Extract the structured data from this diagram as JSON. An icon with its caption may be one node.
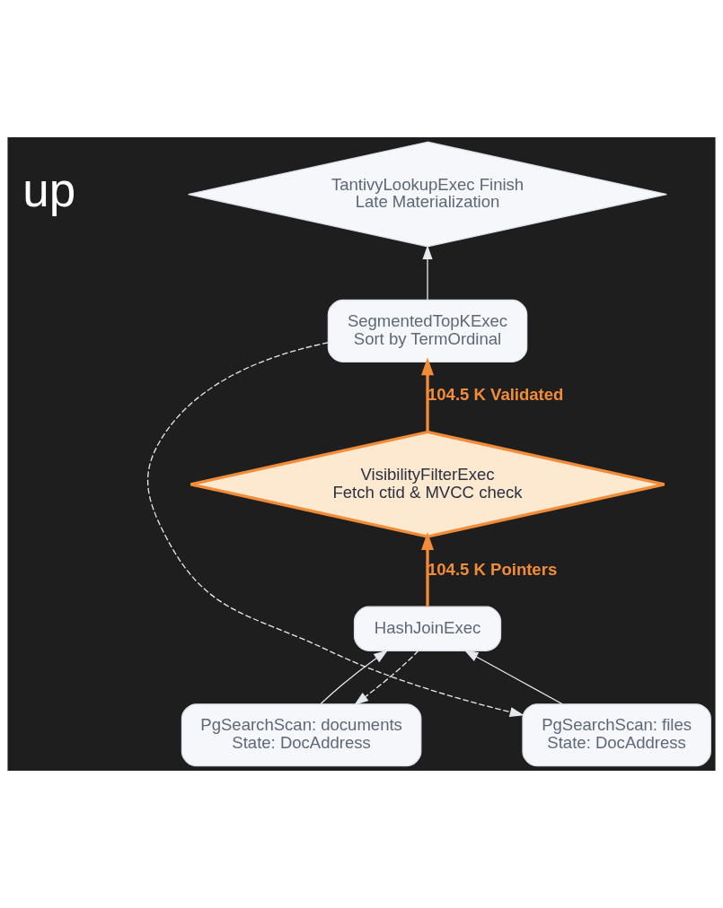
{
  "diagram": {
    "nodes": [
      {
        "text": [
          "TantivyLookupExec Finish Late Materialization"
        ]
      },
      {
        "text": [
          "SegmentedTopKExec Sort by TermOrdinal"
        ]
      },
      {
        "text": [
          "VisibilityFilterExec Fetch ctid & MVCC check"
        ]
      },
      {
        "text": [
          "HashJoinExec"
        ]
      },
      {
        "text": [
          "PgSearchScan: documents State: DocAddress"
        ]
      },
      {
        "text": [
          "PgSearchScan: files State: DocAddress"
        ]
      }
    ],
    "edges": [
      {
        "from": 1,
        "to": 0,
        "arrow": "to"
      },
      {
        "from": 2,
        "to": 1,
        "arrow": "to",
        "label": "104.5 K Validated",
        "style": "thick",
        "color": "#f28c38"
      },
      {
        "from": 3,
        "to": 2,
        "arrow": "to",
        "label": "104.5 K Pointers",
        "style": "thick",
        "color": "#f28c38"
      },
      {
        "from": 4,
        "to": 3,
        "arrow": "to"
      },
      {
        "from": 5,
        "to": 3,
        "arrow": "to"
      },
      {
        "from": 1,
        "to": 5,
        "arrow": "to",
        "style": "dashed"
      },
      {
        "from": 3,
        "to": 4,
        "arrow": "to",
        "style": "dashed"
      }
    ],
    "labels": [
      "up"
    ]
  }
}
